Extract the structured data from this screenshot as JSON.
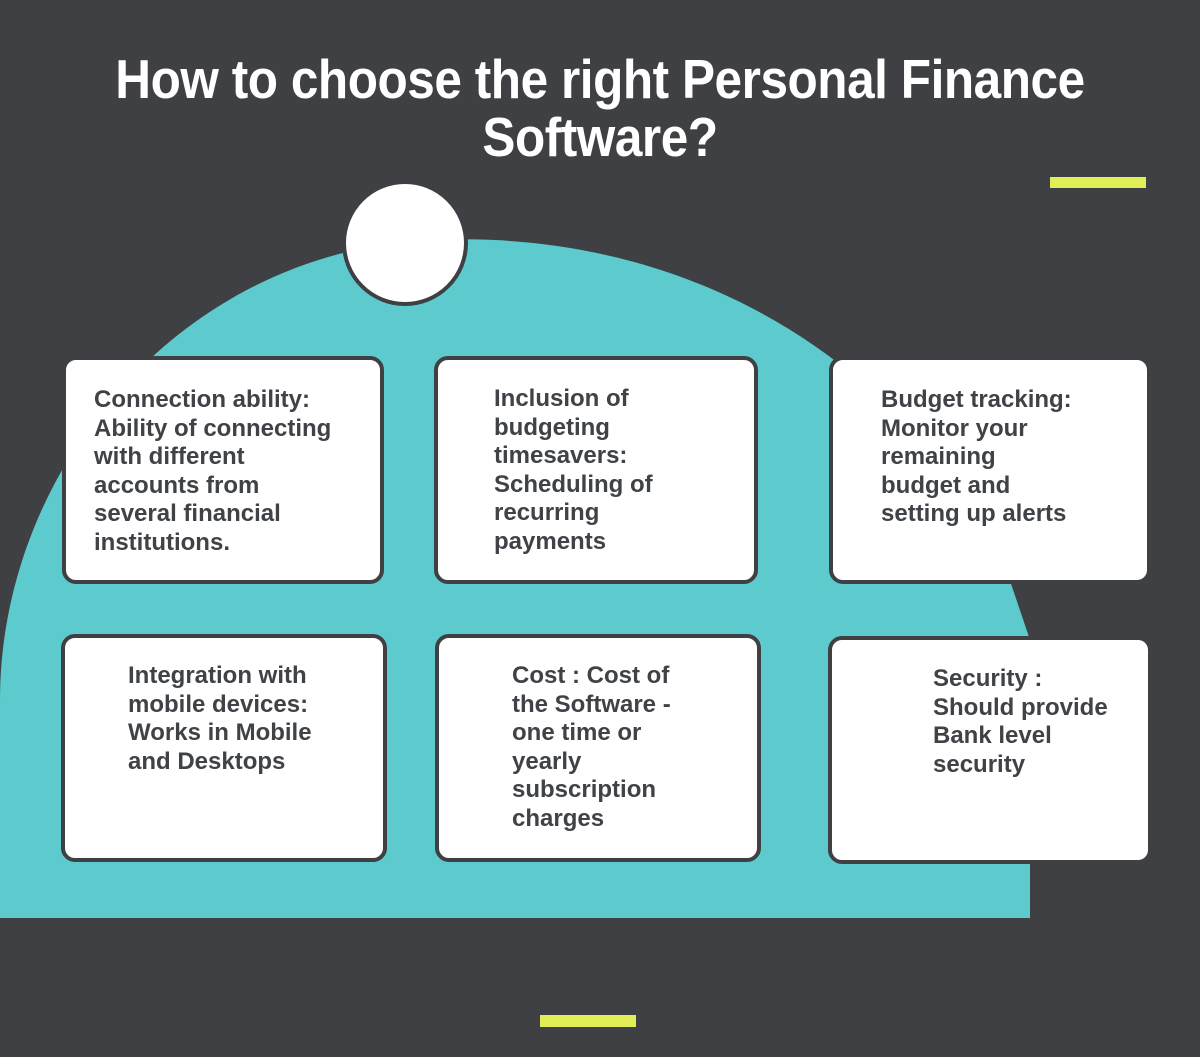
{
  "header": {
    "title": "How to choose the right Personal Finance Software?"
  },
  "colors": {
    "background": "#3e4044",
    "arch": "#5dcbcd",
    "card_background": "#ffffff",
    "card_border": "#3e4044",
    "card_text": "#3f4246",
    "title_text": "#ffffff",
    "accent": "#e2ee55",
    "circle_fill": "#ffffff"
  },
  "decorations": {
    "accent_bar_top_label": "accent-bar-top",
    "accent_bar_bottom_label": "accent-bar-bottom",
    "arch_label": "teal-arch-shape",
    "circle_label": "white-circle-badge"
  },
  "cards": [
    {
      "id": "connection-ability",
      "text": "Connection ability:\nAbility of connecting\nwith different\naccounts from\nseveral financial\ninstitutions."
    },
    {
      "id": "budgeting-timesavers",
      "text": "Inclusion of\nbudgeting\ntimesavers:\nScheduling of\nrecurring\npayments"
    },
    {
      "id": "budget-tracking",
      "text": "Budget tracking:\nMonitor your\nremaining\nbudget and\nsetting up alerts"
    },
    {
      "id": "mobile-integration",
      "text": "Integration with\nmobile devices:\nWorks in Mobile\nand Desktops"
    },
    {
      "id": "cost",
      "text": "Cost : Cost of\nthe Software -\none time or\nyearly\nsubscription\ncharges"
    },
    {
      "id": "security",
      "text": "Security :\nShould provide\nBank level\nsecurity"
    }
  ]
}
